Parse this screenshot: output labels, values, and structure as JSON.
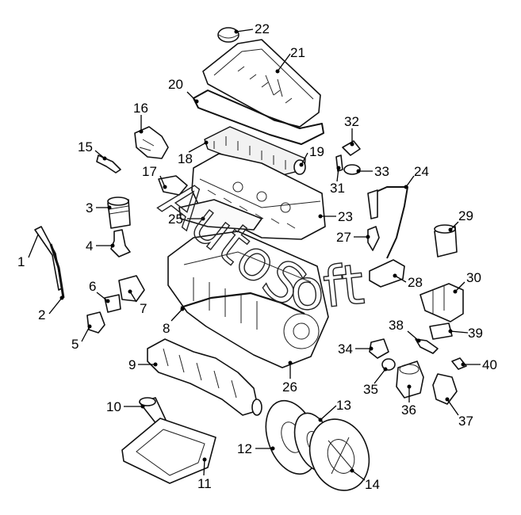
{
  "callouts": [
    {
      "n": "1"
    },
    {
      "n": "2"
    },
    {
      "n": "3"
    },
    {
      "n": "4"
    },
    {
      "n": "5"
    },
    {
      "n": "6"
    },
    {
      "n": "7"
    },
    {
      "n": "8"
    },
    {
      "n": "9"
    },
    {
      "n": "10"
    },
    {
      "n": "11"
    },
    {
      "n": "12"
    },
    {
      "n": "13"
    },
    {
      "n": "14"
    },
    {
      "n": "15"
    },
    {
      "n": "16"
    },
    {
      "n": "17"
    },
    {
      "n": "18"
    },
    {
      "n": "19"
    },
    {
      "n": "20"
    },
    {
      "n": "21"
    },
    {
      "n": "22"
    },
    {
      "n": "23"
    },
    {
      "n": "24"
    },
    {
      "n": "25"
    },
    {
      "n": "26"
    },
    {
      "n": "27"
    },
    {
      "n": "28"
    },
    {
      "n": "29"
    },
    {
      "n": "30"
    },
    {
      "n": "31"
    },
    {
      "n": "32"
    },
    {
      "n": "33"
    },
    {
      "n": "34"
    },
    {
      "n": "35"
    },
    {
      "n": "36"
    },
    {
      "n": "37"
    },
    {
      "n": "38"
    },
    {
      "n": "39"
    },
    {
      "n": "40"
    }
  ],
  "watermark": {
    "part1": "AutoS",
    "part2": "oft"
  },
  "colors": {
    "line": "#000000",
    "background": "#ffffff"
  }
}
